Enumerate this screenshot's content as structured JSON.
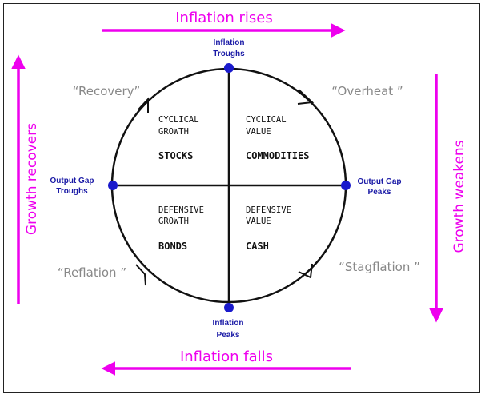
{
  "arrows": {
    "top": "Inflation rises",
    "bottom": "Inflation falls",
    "left": "Growth recovers",
    "right": "Growth weakens"
  },
  "points": {
    "top": [
      "Inflation",
      "Troughs"
    ],
    "bottom": [
      "Inflation",
      "Peaks"
    ],
    "left": [
      "Output Gap",
      "Troughs"
    ],
    "right": [
      "Output Gap",
      "Peaks"
    ]
  },
  "phases": {
    "top_left": "“Recovery”",
    "top_right": "“Overheat ”",
    "bottom_right": "“Stagflation ”",
    "bottom_left": "“Reflation ”"
  },
  "quadrants": {
    "top_left": {
      "line1": "CYCLICAL",
      "line2": "GROWTH",
      "asset": "STOCKS"
    },
    "top_right": {
      "line1": "CYCLICAL",
      "line2": "VALUE",
      "asset": "COMMODITIES"
    },
    "bottom_left": {
      "line1": "DEFENSIVE",
      "line2": "GROWTH",
      "asset": "BONDS"
    },
    "bottom_right": {
      "line1": "DEFENSIVE",
      "line2": "VALUE",
      "asset": "CASH"
    }
  },
  "colors": {
    "arrow": "#ee00ee",
    "point": "#1a1acc",
    "point_label": "#1a1aa6",
    "phase_label": "#888888"
  }
}
